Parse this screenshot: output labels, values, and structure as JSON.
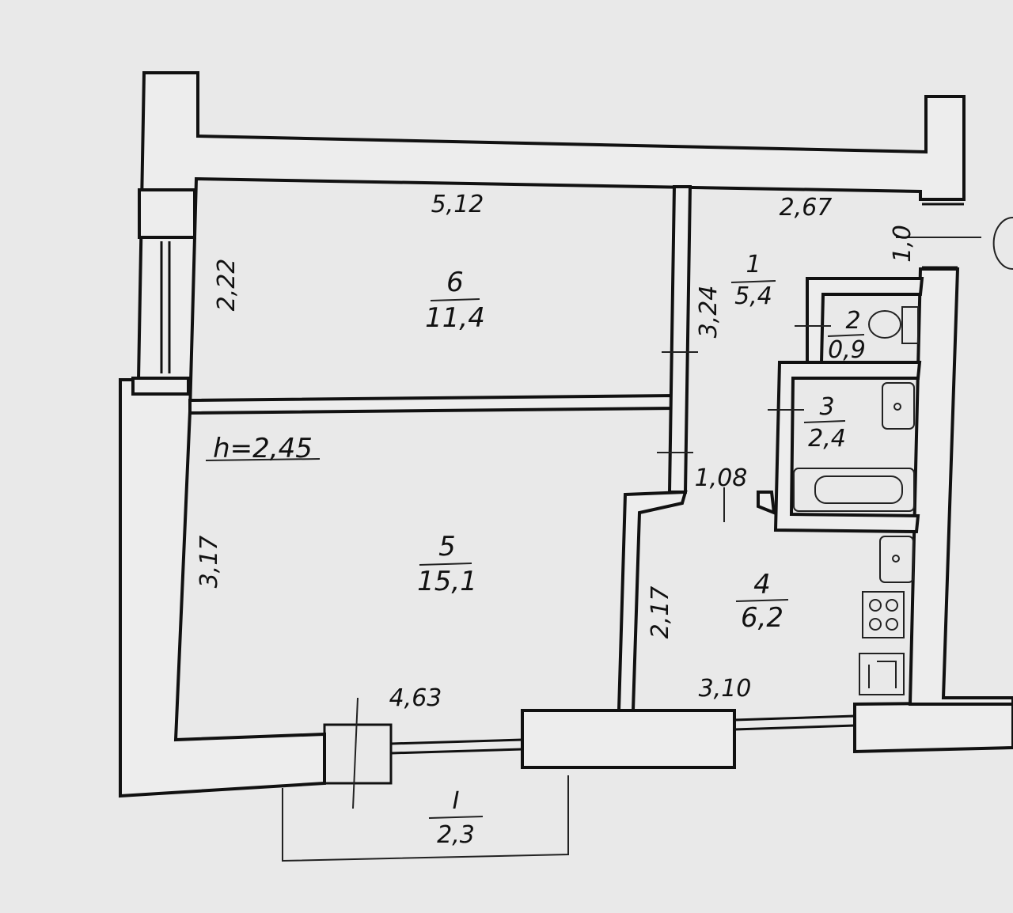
{
  "plan": {
    "ceiling_height": "h=2,45",
    "rooms": [
      {
        "number": "6",
        "area": "11,4"
      },
      {
        "number": "5",
        "area": "15,1"
      },
      {
        "number": "1",
        "area": "5,4"
      },
      {
        "number": "2",
        "area": "0,9"
      },
      {
        "number": "3",
        "area": "2,4"
      },
      {
        "number": "4",
        "area": "6,2"
      }
    ],
    "balcony": {
      "number": "I",
      "area": "2,3"
    },
    "dimensions": {
      "room6_width": "5,12",
      "room6_depth": "2,22",
      "room5_depth": "3,17",
      "room5_width": "4,63",
      "hall_width": "2,67",
      "hall_depth": "3,24",
      "entry_width": "1,0",
      "passage_width": "1,08",
      "kitchen_depth": "2,17",
      "kitchen_width": "3,10"
    }
  }
}
